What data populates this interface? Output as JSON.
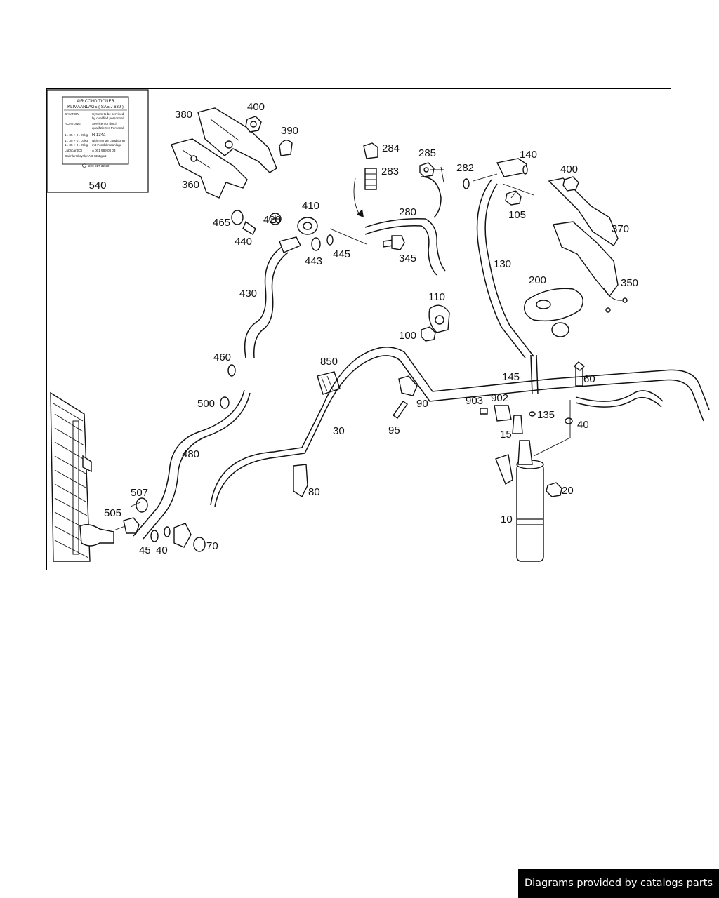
{
  "label_card": {
    "title_line1": "AIR CONDITIONER",
    "title_line2": "KLIMAANLAGE ( SAE J 639 )",
    "rows": [
      {
        "left": "CAUTION",
        "right": "System to be serviced"
      },
      {
        "left": "",
        "right": "by qualified personnel"
      },
      {
        "left": "ACHTUNG",
        "right": "Service nur durch"
      },
      {
        "left": "",
        "right": "qualifiziertes Personal"
      },
      {
        "left": "",
        "right": "R 134a"
      },
      {
        "left": "1 . 35 + 0 . 07kg",
        "right": ""
      },
      {
        "left": "1 . 35 + 0 . 07kg",
        "right": "with rear air conditioner"
      },
      {
        "left": "1 . 35 + 0 . 07kg",
        "right": "mit Fondklimaanlage"
      },
      {
        "left": "Lubricant/Öl",
        "right": "A 001 989 08 03"
      },
      {
        "left": "DaimlerChrysler AG Stuttgart",
        "right": ""
      }
    ],
    "part_number": "220 817 32 20",
    "callout": "540"
  },
  "callouts": {
    "c380": "380",
    "c400a": "400",
    "c390": "390",
    "c360": "360",
    "c284": "284",
    "c283": "283",
    "c285": "285",
    "c282": "282",
    "c140": "140",
    "c400b": "400",
    "c105": "105",
    "c370": "370",
    "c280": "280",
    "c465": "465",
    "c420": "420",
    "c410": "410",
    "c440": "440",
    "c443": "443",
    "c445": "445",
    "c345": "345",
    "c130": "130",
    "c350": "350",
    "c200": "200",
    "c430": "430",
    "c110": "110",
    "c100": "100",
    "c460": "460",
    "c850": "850",
    "c145": "145",
    "c60": "60",
    "c903": "903",
    "c902": "902",
    "c90": "90",
    "c500": "500",
    "c135": "135",
    "c40a": "40",
    "c95": "95",
    "c30": "30",
    "c15": "15",
    "c480": "480",
    "c80": "80",
    "c507": "507",
    "c20": "20",
    "c505": "505",
    "c10": "10",
    "c45": "45",
    "c40b": "40",
    "c70": "70"
  },
  "footer": {
    "credit": "Diagrams provided by catalogs parts"
  }
}
